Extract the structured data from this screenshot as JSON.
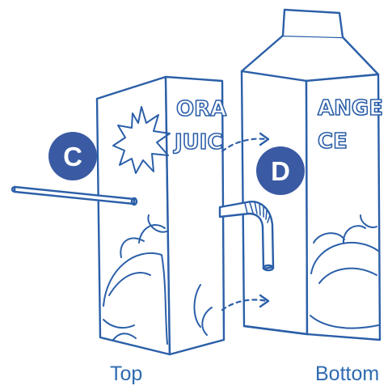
{
  "markers": {
    "c": "C",
    "d": "D"
  },
  "captions": {
    "top": "Top",
    "bottom": "Bottom"
  },
  "carton_text": {
    "left_line1": "ORA",
    "left_line2": "JUIC",
    "right_line1": "ANGE",
    "right_line2": "CE"
  },
  "colors": {
    "ink": "#2b5fa8",
    "marker_fill": "#3a5aa3",
    "marker_text": "#ffffff",
    "caption": "#2e6bb0"
  }
}
